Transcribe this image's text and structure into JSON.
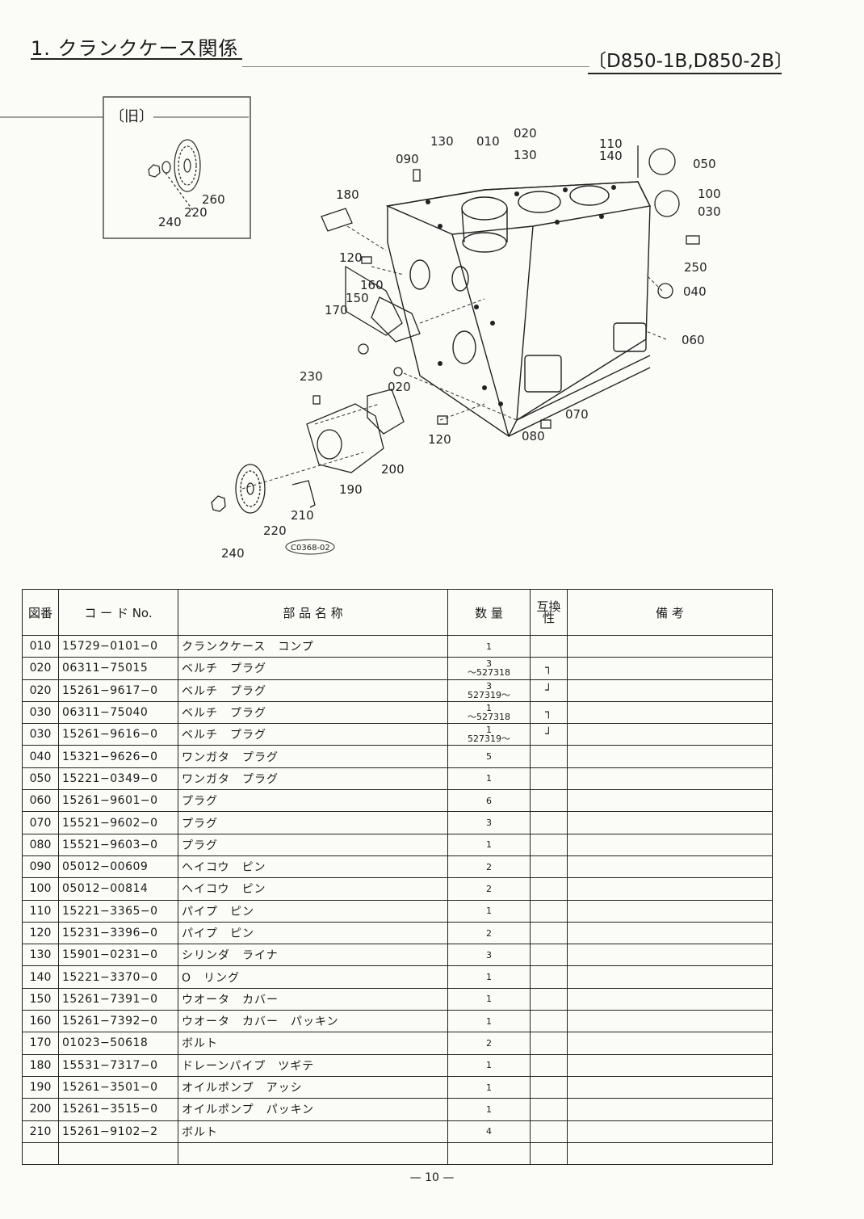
{
  "header": {
    "title": "1. クランクケース関係",
    "models": "〔D850-1B,D850-2B〕"
  },
  "diagram": {
    "inset_label": "〔旧〕",
    "figure_id": "C0368-02",
    "callouts": [
      "010",
      "020",
      "130",
      "110",
      "140",
      "050",
      "090",
      "180",
      "100",
      "030",
      "250",
      "120",
      "160",
      "150",
      "040",
      "170",
      "060",
      "230",
      "020",
      "070",
      "080",
      "120",
      "200",
      "190",
      "210",
      "220",
      "240",
      "220",
      "260",
      "240"
    ]
  },
  "table": {
    "headers": {
      "no": "図番",
      "code": "コ ー ド No.",
      "name": "部 品 名 称",
      "qty": "数 量",
      "compat": "互換性",
      "remarks": "備 考"
    },
    "rows": [
      {
        "no": "010",
        "code": "15729−0101−0",
        "name": "クランクケース　コンプ",
        "qty": "1",
        "qty2": "",
        "compat": "",
        "remarks": ""
      },
      {
        "no": "020",
        "code": "06311−75015",
        "name": "ベルチ　プラグ",
        "qty": "3",
        "qty2": "〜527318",
        "compat": "┐",
        "remarks": ""
      },
      {
        "no": "020",
        "code": "15261−9617−0",
        "name": "ベルチ　プラグ",
        "qty": "3",
        "qty2": "527319〜",
        "compat": "┘",
        "remarks": ""
      },
      {
        "no": "030",
        "code": "06311−75040",
        "name": "ベルチ　プラグ",
        "qty": "1",
        "qty2": "〜527318",
        "compat": "┐",
        "remarks": ""
      },
      {
        "no": "030",
        "code": "15261−9616−0",
        "name": "ベルチ　プラグ",
        "qty": "1",
        "qty2": "527319〜",
        "compat": "┘",
        "remarks": ""
      },
      {
        "no": "040",
        "code": "15321−9626−0",
        "name": "ワンガタ　プラグ",
        "qty": "5",
        "qty2": "",
        "compat": "",
        "remarks": ""
      },
      {
        "no": "050",
        "code": "15221−0349−0",
        "name": "ワンガタ　プラグ",
        "qty": "1",
        "qty2": "",
        "compat": "",
        "remarks": ""
      },
      {
        "no": "060",
        "code": "15261−9601−0",
        "name": "プラグ",
        "qty": "6",
        "qty2": "",
        "compat": "",
        "remarks": ""
      },
      {
        "no": "070",
        "code": "15521−9602−0",
        "name": "プラグ",
        "qty": "3",
        "qty2": "",
        "compat": "",
        "remarks": ""
      },
      {
        "no": "080",
        "code": "15521−9603−0",
        "name": "プラグ",
        "qty": "1",
        "qty2": "",
        "compat": "",
        "remarks": ""
      },
      {
        "no": "090",
        "code": "05012−00609",
        "name": "ヘイコウ　ピン",
        "qty": "2",
        "qty2": "",
        "compat": "",
        "remarks": ""
      },
      {
        "no": "100",
        "code": "05012−00814",
        "name": "ヘイコウ　ピン",
        "qty": "2",
        "qty2": "",
        "compat": "",
        "remarks": ""
      },
      {
        "no": "110",
        "code": "15221−3365−0",
        "name": "パイプ　ピン",
        "qty": "1",
        "qty2": "",
        "compat": "",
        "remarks": ""
      },
      {
        "no": "120",
        "code": "15231−3396−0",
        "name": "パイプ　ピン",
        "qty": "2",
        "qty2": "",
        "compat": "",
        "remarks": ""
      },
      {
        "no": "130",
        "code": "15901−0231−0",
        "name": "シリンダ　ライナ",
        "qty": "3",
        "qty2": "",
        "compat": "",
        "remarks": ""
      },
      {
        "no": "140",
        "code": "15221−3370−0",
        "name": "O　リング",
        "qty": "1",
        "qty2": "",
        "compat": "",
        "remarks": ""
      },
      {
        "no": "150",
        "code": "15261−7391−0",
        "name": "ウオータ　カバー",
        "qty": "1",
        "qty2": "",
        "compat": "",
        "remarks": ""
      },
      {
        "no": "160",
        "code": "15261−7392−0",
        "name": "ウオータ　カバー　パッキン",
        "qty": "1",
        "qty2": "",
        "compat": "",
        "remarks": ""
      },
      {
        "no": "170",
        "code": "01023−50618",
        "name": "ボルト",
        "qty": "2",
        "qty2": "",
        "compat": "",
        "remarks": ""
      },
      {
        "no": "180",
        "code": "15531−7317−0",
        "name": "ドレーンパイプ　ツギテ",
        "qty": "1",
        "qty2": "",
        "compat": "",
        "remarks": ""
      },
      {
        "no": "190",
        "code": "15261−3501−0",
        "name": "オイルポンプ　アッシ",
        "qty": "1",
        "qty2": "",
        "compat": "",
        "remarks": ""
      },
      {
        "no": "200",
        "code": "15261−3515−0",
        "name": "オイルポンプ　パッキン",
        "qty": "1",
        "qty2": "",
        "compat": "",
        "remarks": ""
      },
      {
        "no": "210",
        "code": "15261−9102−2",
        "name": "ボルト",
        "qty": "4",
        "qty2": "",
        "compat": "",
        "remarks": ""
      },
      {
        "no": "",
        "code": "",
        "name": "",
        "qty": "",
        "qty2": "",
        "compat": "",
        "remarks": ""
      }
    ]
  },
  "footer": {
    "page": "— 10 —"
  }
}
